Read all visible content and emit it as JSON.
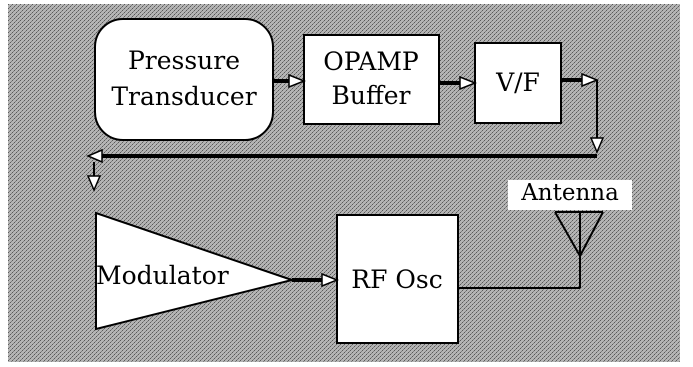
{
  "blocks": {
    "pressure_transducer": {
      "line1": "Pressure",
      "line2": "Transducer"
    },
    "opamp_buffer": {
      "line1": "OPAMP",
      "line2": "Buffer"
    },
    "vf": {
      "label": "V/F"
    },
    "modulator": {
      "label": "Modulator"
    },
    "rf_osc": {
      "label": "RF Osc"
    },
    "antenna": {
      "label": "Antenna"
    }
  },
  "colors": {
    "background_pattern": "#9a9a9a",
    "block_fill": "#ffffff",
    "line": "#000000"
  }
}
